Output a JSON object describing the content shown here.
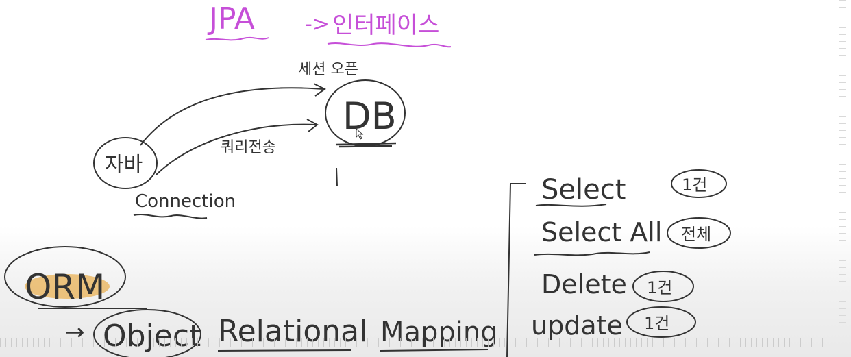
{
  "whiteboard": {
    "top": {
      "jpa": "JPA",
      "arrow": "->",
      "interface": "인터페이스"
    },
    "diagram": {
      "java": "자바",
      "db": "DB",
      "session_label": "세션 오픈",
      "query_label": "쿼리전송",
      "connection": "Connection"
    },
    "orm": {
      "title": "ORM",
      "object": "Object",
      "relational": "Relational",
      "mapping": "Mapping"
    },
    "operations": [
      {
        "name": "Select",
        "count": "1건"
      },
      {
        "name": "Select All",
        "count": "전체"
      },
      {
        "name": "Delete",
        "count": "1건"
      },
      {
        "name": "update",
        "count": "1건"
      }
    ]
  },
  "colors": {
    "ink": "#333333",
    "purple": "#c64fd8",
    "highlight": "#e8a12f"
  }
}
